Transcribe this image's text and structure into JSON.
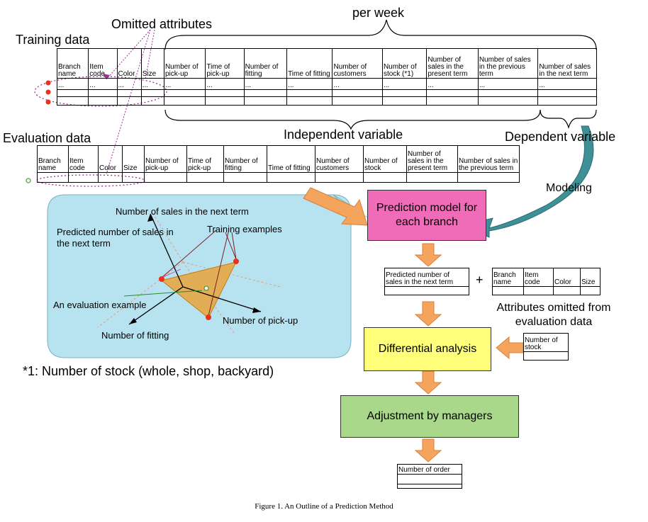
{
  "labels": {
    "training_data": "Training data",
    "omitted_attributes": "Omitted attributes",
    "per_week": "per week",
    "evaluation_data": "Evaluation data",
    "independent_variable": "Independent variable",
    "dependent_variable": "Dependent variable",
    "modeling": "Modeling",
    "footnote": "*1: Number of stock (whole, shop, backyard)",
    "attrs_omitted": "Attributes omitted from evaluation data",
    "plus": "+",
    "caption": "Figure 1.   An Outline of a Prediction Method"
  },
  "training_table": {
    "headers": [
      "Branch name",
      "Item code",
      "Color",
      "Size",
      "Number of pick-up",
      "Time of pick-up",
      "Number of fitting",
      "Time of fitting",
      "Number of customers",
      "Number of stock (*1)",
      "Number of sales in the present term",
      "Number of sales in the previous term",
      "Number of sales in the next term"
    ],
    "ellipsis": "..."
  },
  "evaluation_table": {
    "headers": [
      "Branch name",
      "Item code",
      "Color",
      "Size",
      "Number of pick-up",
      "Time of pick-up",
      "Number of fitting",
      "Time of fitting",
      "Number of customers",
      "Number of stock",
      "Number of sales in the present term",
      "Number of sales in the previous term"
    ]
  },
  "boxes": {
    "prediction_model": "Prediction model for each branch",
    "differential_analysis": "Differential analysis",
    "adjustment": "Adjustment by managers"
  },
  "small_tables": {
    "predicted": "Predicted number of sales in the next term",
    "omitted_headers": [
      "Branch name",
      "Item code",
      "Color",
      "Size"
    ],
    "stock": "Number of stock",
    "order": "Number of order"
  },
  "bubble": {
    "axis_next_term": "Number of sales in the next term",
    "predicted": "Predicted number of sales in the next term",
    "training_examples": "Training examples",
    "evaluation_example": "An evaluation example",
    "pick_up": "Number of pick-up",
    "fitting": "Number of fitting"
  },
  "colors": {
    "prediction_model": "#f06bb8",
    "differential_analysis": "#ffff7a",
    "adjustment": "#a9d88b",
    "bubble": "#b7e3f0",
    "arrow_orange": "#f4a45c",
    "arrow_teal": "#3f8f97",
    "marker_red": "#e8321c"
  }
}
